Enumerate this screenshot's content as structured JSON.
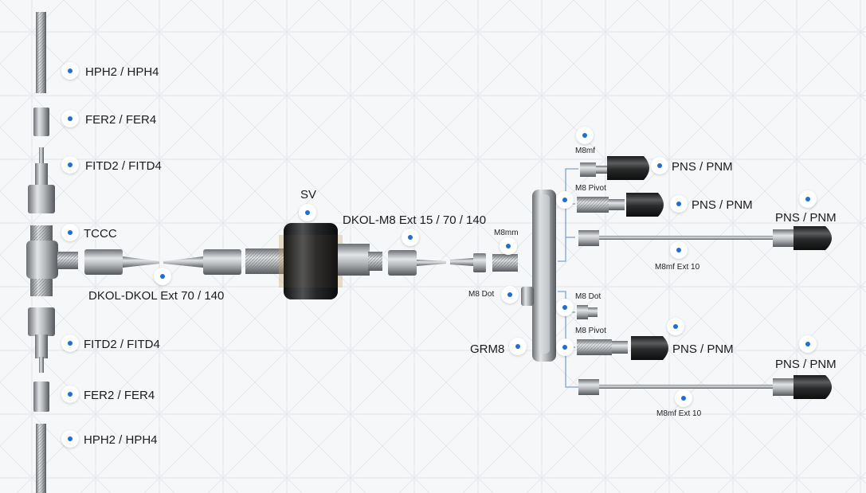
{
  "colors": {
    "accent_dot": "#1d6fd6",
    "background": "#f6f7f9",
    "connector_line": "#7fa3c9"
  },
  "labels": {
    "hph_top": "HPH2 / HPH4",
    "fer_top": "FER2 / FER4",
    "fitd_top": "FITD2 / FITD4",
    "tccc": "TCCC",
    "dkol_dkol": "DKOL-DKOL Ext 70 / 140",
    "fitd_bottom": "FITD2 / FITD4",
    "fer_bottom": "FER2 / FER4",
    "hph_bottom": "HPH2 / HPH4",
    "sv": "SV",
    "dkol_m8": "DKOL-M8 Ext 15 / 70 / 140",
    "m8mm": "M8mm",
    "m8_dot_left": "M8 Dot",
    "grm8": "GRM8",
    "m8mf": "M8mf",
    "m8_pivot_top": "M8 Pivot",
    "pns_pnm_1": "PNS / PNM",
    "pns_pnm_2": "PNS / PNM",
    "pns_pnm_3": "PNS / PNM",
    "m8mf_ext10_top": "M8mf Ext 10",
    "m8_dot_right": "M8 Dot",
    "m8_pivot_bottom": "M8 Pivot",
    "pns_pnm_4": "PNS / PNM",
    "pns_pnm_5": "PNS / PNM",
    "m8mf_ext10_bottom": "M8mf Ext 10"
  }
}
